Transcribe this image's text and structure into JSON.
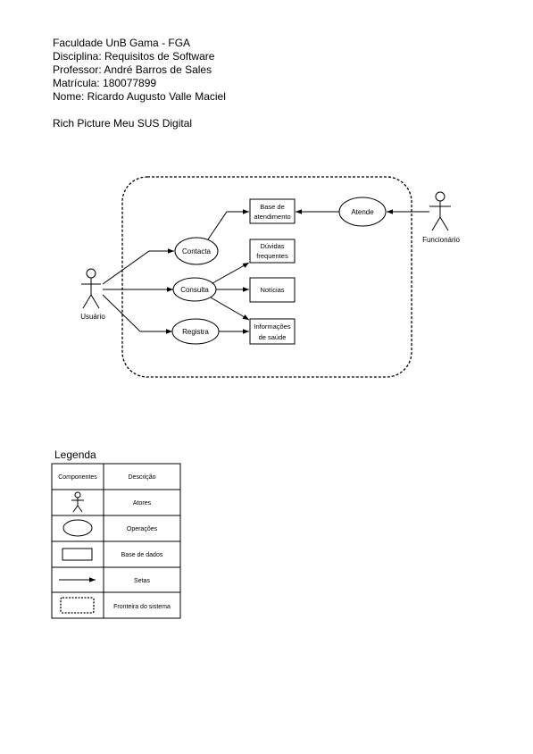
{
  "header": {
    "line1": "Faculdade UnB Gama - FGA",
    "line2": "Disciplina: Requisitos de Software",
    "line3": "Professor: André Barros de Sales",
    "line4": "Matrícula: 180077899",
    "line5": "Nome: Ricardo Augusto Valle Maciel",
    "title": "Rich Picture Meu SUS Digital"
  },
  "diagram": {
    "actors": {
      "usuario": "Usuário",
      "funcionario": "Funcionário"
    },
    "operations": {
      "contacta": "Contacta",
      "consulta": "Consulta",
      "registra": "Registra",
      "atende": "Atende"
    },
    "databases": {
      "base_atendimento_l1": "Base de",
      "base_atendimento_l2": "atendimento",
      "duvidas_l1": "Dúvidas",
      "duvidas_l2": "frequentes",
      "noticias": "Notícias",
      "informacoes_l1": "Informações",
      "informacoes_l2": "de saúde"
    }
  },
  "legend": {
    "title": "Legenda",
    "header_components": "Componentes",
    "header_description": "Descrição",
    "rows": [
      "Atores",
      "Operações",
      "Base de dados",
      "Setas",
      "Fronteira do sistema"
    ]
  },
  "colors": {
    "line": "#000000",
    "background": "#ffffff"
  }
}
